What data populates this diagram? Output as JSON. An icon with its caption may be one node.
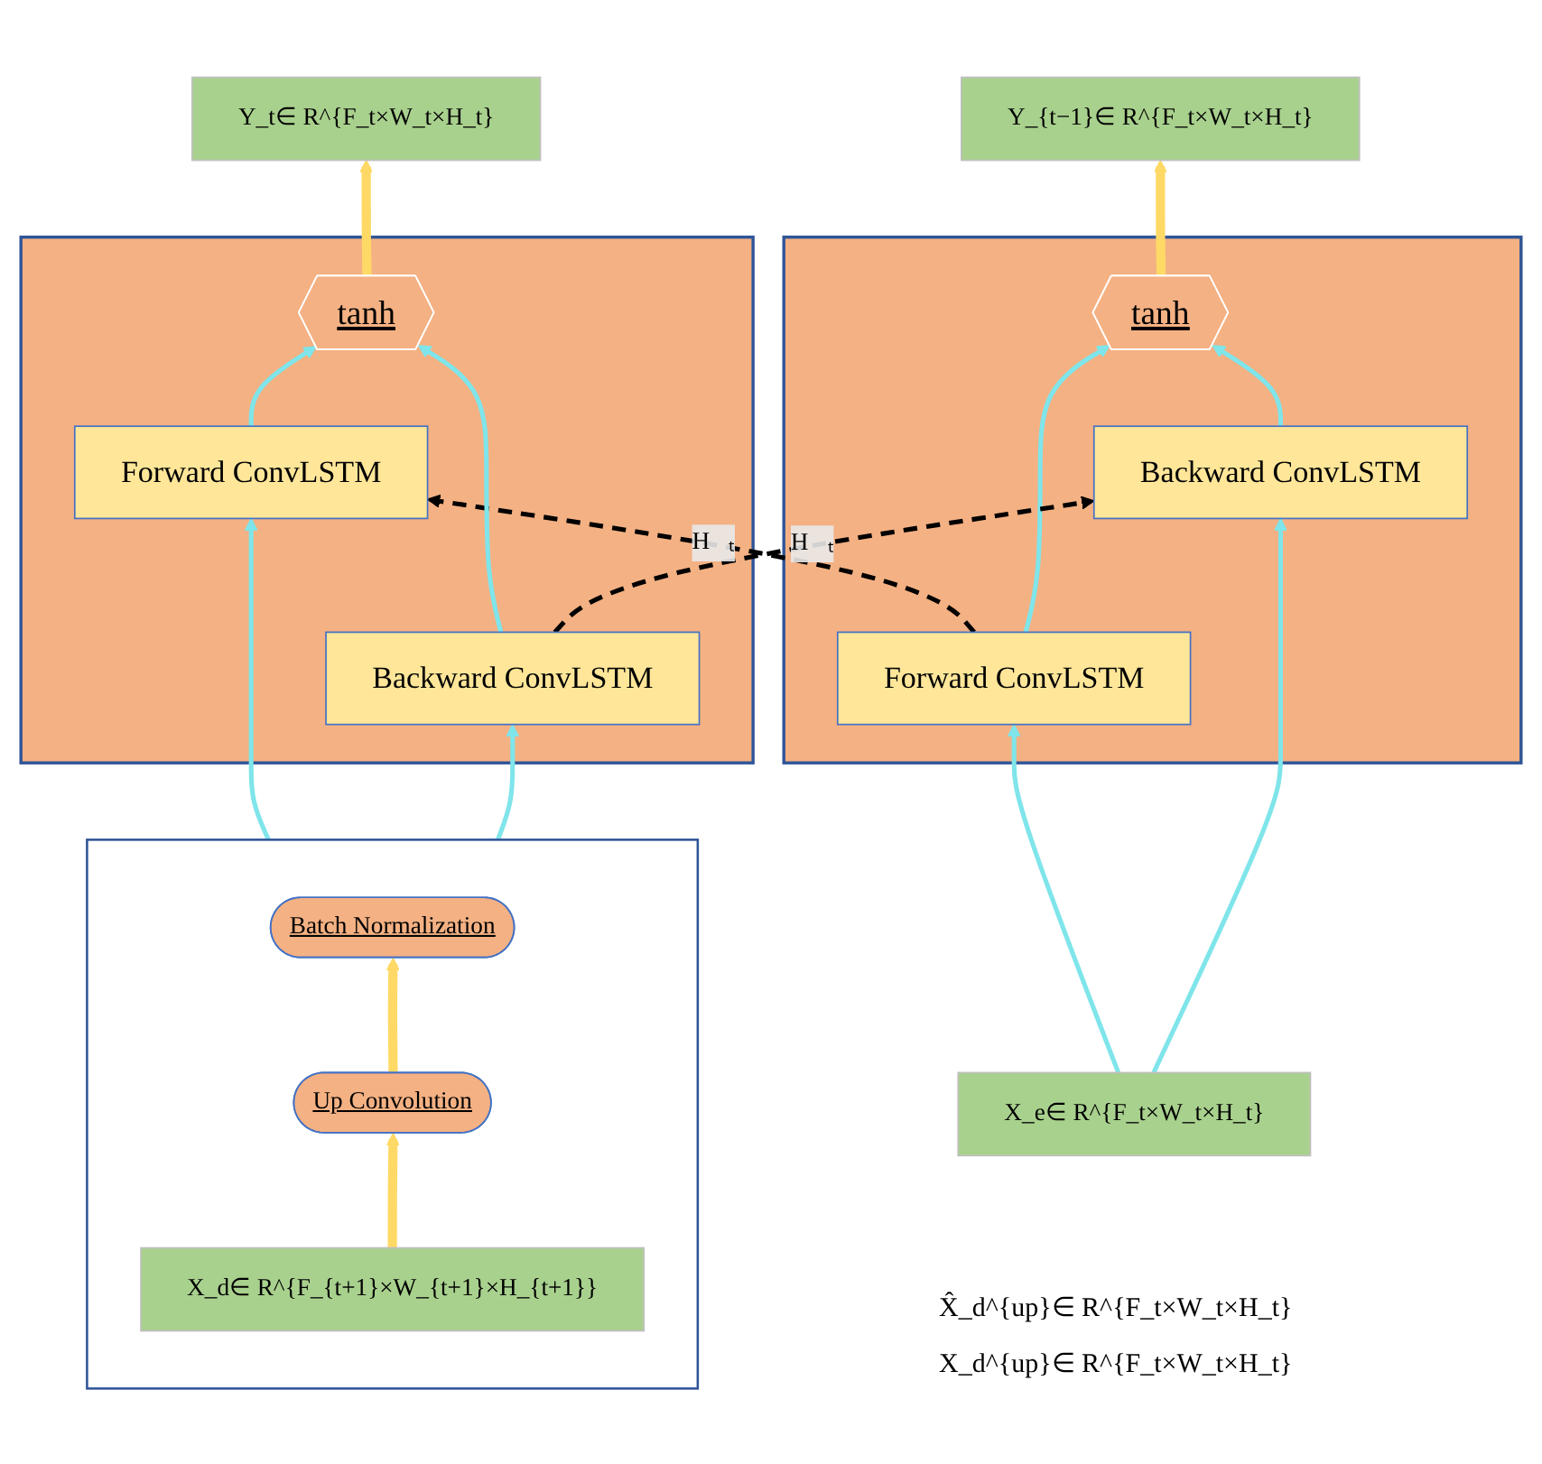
{
  "diagram": {
    "nodes": [
      {
        "text": [
          "Y_{t−1}∈ R^{F_t×W_t×H_t}"
        ]
      },
      {
        "text": [],
        "shape": "cylinder"
      },
      {
        "text": [
          "tanh"
        ],
        "in": 1
      },
      {
        "text": [
          "Backward ConvLSTM"
        ],
        "in": 1
      },
      {
        "text": [
          "Forward ConvLSTM"
        ],
        "in": 1
      },
      {
        "text": [
          "X_e∈ R^{F_t×W_t×H_t}"
        ]
      },
      {
        "text": [
          "Y_t∈ R^{F_t×W_t×H_t}"
        ]
      },
      {
        "text": [],
        "shape": "cylinder"
      },
      {
        "text": [
          "tanh"
        ],
        "in": 7
      },
      {
        "text": [
          "Forward ConvLSTM"
        ],
        "in": 7
      },
      {
        "text": [
          "Backward ConvLSTM"
        ],
        "in": 7
      },
      {
        "text": [],
        "shape": "box"
      },
      {
        "text": [
          "Batch Normalization"
        ],
        "in": 11
      },
      {
        "text": [
          "Up Convolution"
        ],
        "in": 11
      },
      {
        "text": [
          "X_d∈ R^{F_{t+1}×W_{t+1}×H_{t+1}}"
        ],
        "in": 11
      }
    ],
    "edges": [
      {
        "from": 2,
        "to": 0,
        "arrow": "to",
        "style": "thick",
        "color": "#ffd966"
      },
      {
        "from": 5,
        "to": 4,
        "arrow": "to"
      },
      {
        "from": 5,
        "to": 3,
        "arrow": "to"
      },
      {
        "from": 4,
        "to": 2,
        "arrow": "to"
      },
      {
        "from": 3,
        "to": 2,
        "arrow": "to"
      },
      {
        "from": 4,
        "to": 9,
        "arrow": "to",
        "label": "H⃗ₜ",
        "style": "dashed",
        "color": "#000000"
      },
      {
        "from": 10,
        "to": 3,
        "arrow": "to",
        "label": "H⃖ₜ",
        "style": "dashed",
        "color": "#000000"
      },
      {
        "from": 14,
        "to": 13,
        "arrow": "to",
        "style": "thick",
        "color": "#ffd966"
      },
      {
        "from": 13,
        "to": 12,
        "arrow": "to",
        "style": "thick",
        "color": "#ffd966"
      },
      {
        "from": 11,
        "to": 9,
        "arrow": "to"
      },
      {
        "from": 11,
        "to": 10,
        "arrow": "to"
      },
      {
        "from": 9,
        "to": 8,
        "arrow": "to"
      },
      {
        "from": 10,
        "to": 8,
        "arrow": "to"
      },
      {
        "from": 8,
        "to": 6,
        "arrow": "to",
        "style": "thick",
        "color": "#ffd966"
      }
    ],
    "labels": [
      "X̂_d^{up}∈ R^{F_t×W_t×H_t}",
      "X_d^{up}∈ R^{F_t×W_t×H_t}"
    ]
  }
}
